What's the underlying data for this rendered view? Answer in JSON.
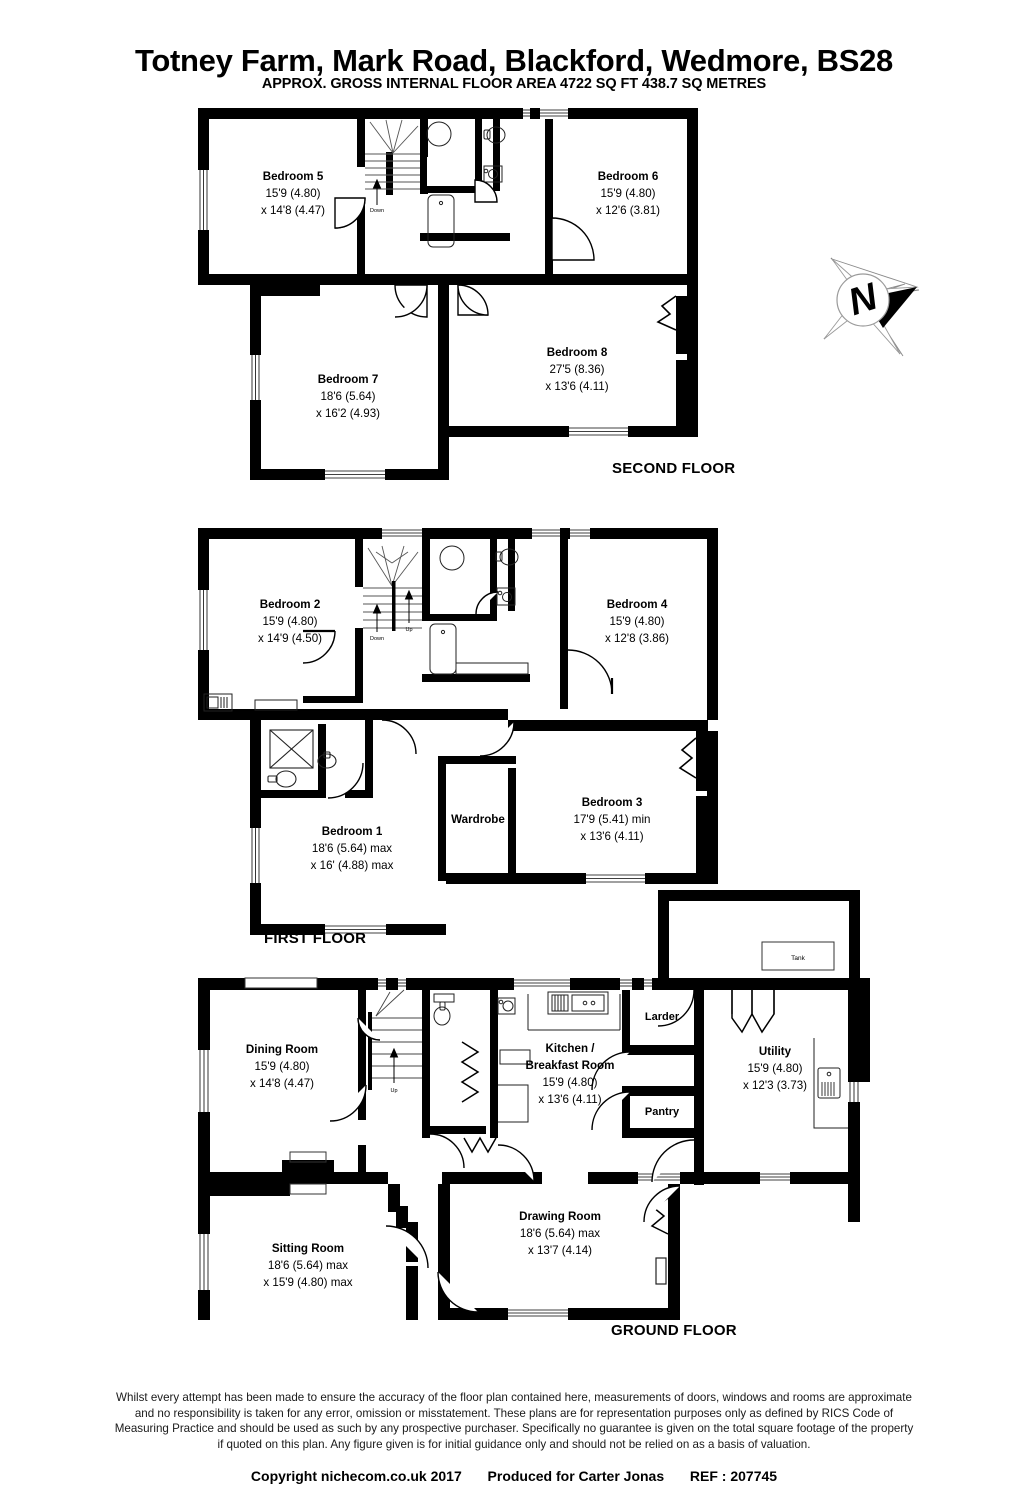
{
  "header": {
    "title": "Totney Farm, Mark Road, Blackford, Wedmore, BS28",
    "subtitle": "APPROX. GROSS INTERNAL FLOOR AREA 4722 SQ FT 438.7 SQ METRES"
  },
  "compass": {
    "icon": "compass-rose-icon",
    "letter": "N"
  },
  "floors": [
    {
      "id": "second",
      "label": "SECOND FLOOR",
      "rooms": [
        {
          "name": "Bedroom 5",
          "dim1": "15'9 (4.80)",
          "dim2": "x 14'8 (4.47)"
        },
        {
          "name": "Bedroom 6",
          "dim1": "15'9 (4.80)",
          "dim2": "x 12'6 (3.81)"
        },
        {
          "name": "Bedroom 7",
          "dim1": "18'6 (5.64)",
          "dim2": "x 16'2 (4.93)"
        },
        {
          "name": "Bedroom 8",
          "dim1": "27'5 (8.36)",
          "dim2": "x 13'6 (4.11)"
        }
      ],
      "annotations": [
        {
          "name": "stair-direction",
          "text": "Down"
        }
      ]
    },
    {
      "id": "first",
      "label": "FIRST FLOOR",
      "rooms": [
        {
          "name": "Bedroom 2",
          "dim1": "15'9 (4.80)",
          "dim2": "x 14'9 (4.50)"
        },
        {
          "name": "Bedroom 4",
          "dim1": "15'9 (4.80)",
          "dim2": "x 12'8 (3.86)"
        },
        {
          "name": "Bedroom 1",
          "dim1": "18'6 (5.64) max",
          "dim2": "x 16' (4.88) max"
        },
        {
          "name": "Bedroom 3",
          "dim1": "17'9 (5.41) min",
          "dim2": "x 13'6 (4.11)"
        },
        {
          "name": "Wardrobe",
          "dim1": "",
          "dim2": ""
        }
      ],
      "annotations": [
        {
          "name": "stair-direction-up",
          "text": "Up"
        },
        {
          "name": "stair-direction-down",
          "text": "Down"
        }
      ]
    },
    {
      "id": "ground",
      "label": "GROUND FLOOR",
      "rooms": [
        {
          "name": "Dining Room",
          "dim1": "15'9 (4.80)",
          "dim2": "x 14'8 (4.47)"
        },
        {
          "name": "Kitchen /",
          "name2": "Breakfast Room",
          "dim1": "15'9 (4.80)",
          "dim2": "x 13'6 (4.11)"
        },
        {
          "name": "Larder",
          "dim1": "",
          "dim2": ""
        },
        {
          "name": "Pantry",
          "dim1": "",
          "dim2": ""
        },
        {
          "name": "Utility",
          "dim1": "15'9 (4.80)",
          "dim2": "x 12'3 (3.73)"
        },
        {
          "name": "Sitting Room",
          "dim1": "18'6 (5.64) max",
          "dim2": "x 15'9 (4.80) max"
        },
        {
          "name": "Drawing Room",
          "dim1": "18'6 (5.64) max",
          "dim2": "x 13'7 (4.14)"
        }
      ],
      "annotations": [
        {
          "name": "stair-direction-up",
          "text": "Up"
        },
        {
          "name": "tank-label",
          "text": "Tank"
        }
      ]
    }
  ],
  "footer": {
    "disclaimer": "Whilst every attempt has been made to ensure the accuracy of the floor plan contained here, measurements of doors, windows and rooms are approximate and no responsibility is taken for any error, omission or misstatement. These plans are for representation purposes only as defined by RICS Code of Measuring Practice and should be used as such by any prospective purchaser. Specifically no guarantee is given on the total square footage of the property if quoted on this plan. Any figure given is for initial guidance only and should not be relied on as a basis of valuation.",
    "copyright": "Copyright nichecom.co.uk 2017",
    "produced_for": "Produced for Carter Jonas",
    "ref": "REF : 207745"
  },
  "colors": {
    "wall": "#000000",
    "background": "#ffffff",
    "fixture_line": "#222222"
  }
}
